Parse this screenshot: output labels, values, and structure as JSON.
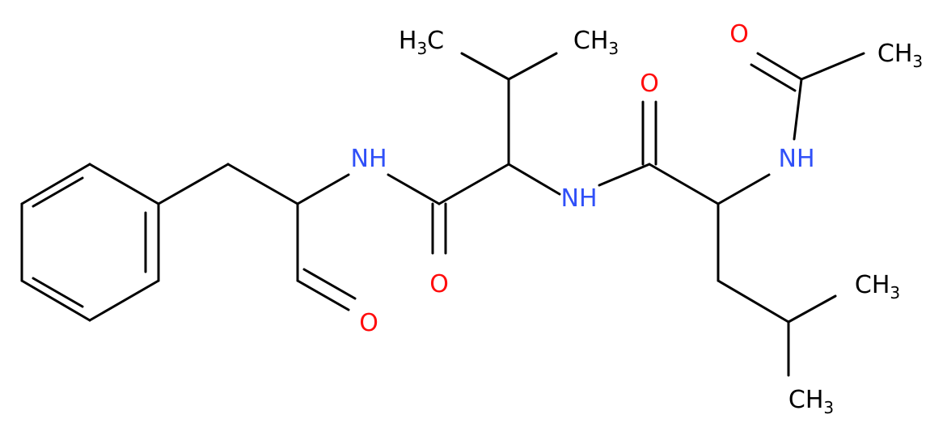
{
  "colors": {
    "bond": "#000000",
    "oxygen": "#ff0d0d",
    "nitrogen": "#3050f8",
    "carbon": "#000000"
  },
  "labels": {
    "o_aldehyde": "O",
    "nh_left": "NH",
    "o_amide1": "O",
    "methyl_h3c": [
      "H",
      "3",
      "C"
    ],
    "methyl_ch3_top": [
      "CH",
      "3"
    ],
    "nh_mid": "NH",
    "o_amide2": "O",
    "o_acetyl": "O",
    "methyl_acetyl": [
      "CH",
      "3"
    ],
    "nh_right": "NH",
    "methyl_leu1": [
      "CH",
      "3"
    ],
    "methyl_leu2": [
      "CH",
      "3"
    ]
  }
}
